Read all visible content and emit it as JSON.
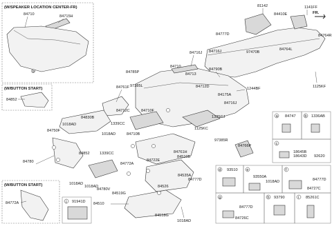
{
  "inset_panels": {
    "speaker_center": "(W/SPEAKER LOCATION CENTER-FR)",
    "button_start_top": "(W/BUTTON START)",
    "button_start_bottom": "(W/BUTTON START)"
  },
  "direction_label": "FR.",
  "part_numbers": {
    "inset_84710": "84710",
    "inset_84715h": "84715H",
    "inset_84852": "84852",
    "p81142": "81142",
    "p84410e": "84410E",
    "p1141ff": "1141FF",
    "p84777d_top": "84777D",
    "p84764r": "84764R",
    "p84764l": "84764L",
    "p97470b": "97470B",
    "p1125kf": "1125KF",
    "p84716j": "84716J",
    "p84790b": "84790B",
    "p84710_main": "84710",
    "p97385l": "97385L",
    "p84785p": "84785P",
    "p84713": "84713",
    "p84712d": "84712D",
    "p1244bf": "1244BF",
    "p84175a": "84175A",
    "p84716j_b": "84716J",
    "p84761f": "84761F",
    "p84712c": "84712C",
    "p84710f": "84710F",
    "p1339cc_a": "1339CC",
    "p1018ad_a": "1018AD",
    "p84830b": "84830B",
    "p84750f": "84750F",
    "p84710b": "84710B",
    "p1125kc": "1125KC",
    "p1335cj": "1335CJ",
    "p97385r": "97385R",
    "p84766p": "84766P",
    "p84761h": "84761H",
    "p84510b": "84510B",
    "p1018ad_b": "1018AD",
    "p84852": "84852",
    "p84780": "84780",
    "p1339cc_b": "1339CC",
    "p84722e": "84722E",
    "p84535a": "84535A",
    "p84777d_mid": "84777D",
    "p84772a": "84772A",
    "p1018ad_c": "1018AD",
    "p1018ad_d": "1018AD",
    "p84780v": "84780V",
    "p84519g": "84519G",
    "p84526": "84526",
    "p84510": "84510",
    "p84518g": "84518G",
    "p1018ad_e": "1018AD",
    "inset_84772a": "84772A"
  },
  "legend_boxes": {
    "a": {
      "letter": "a",
      "part": "84747"
    },
    "b": {
      "letter": "b",
      "part": "1336AB"
    },
    "c": {
      "letter": "c",
      "parts": [
        "18645B",
        "18643D",
        "92620"
      ]
    },
    "d": {
      "letter": "d",
      "part": "93510"
    },
    "e": {
      "letter": "e",
      "parts": [
        "93550A",
        "1018AD"
      ]
    },
    "f": {
      "letter": "f",
      "parts": [
        "84777D",
        "84727C"
      ]
    },
    "g": {
      "letter": "g",
      "parts": [
        "84777D",
        "84726C"
      ]
    },
    "h": {
      "letter": "h",
      "part": "93790"
    },
    "i": {
      "letter": "i",
      "part": "85261C"
    },
    "j": {
      "letter": "j",
      "part": "91941D"
    }
  },
  "callout_letters": [
    "a",
    "b",
    "c",
    "d",
    "e",
    "f",
    "g",
    "h",
    "i",
    "j"
  ]
}
